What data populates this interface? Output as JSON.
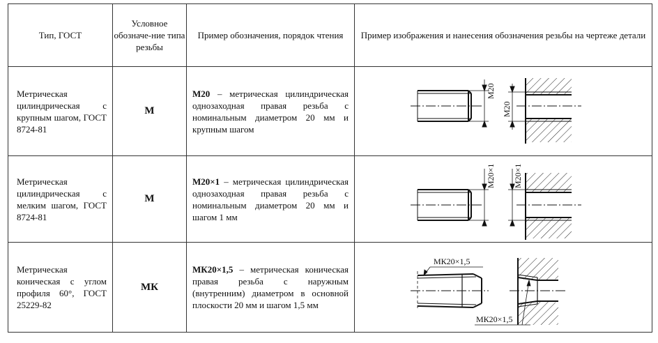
{
  "headers": {
    "type_gost": "Тип, ГОСТ",
    "designation": "Условное обозначе-ние типа резьбы",
    "example": "Пример обозначения, порядок чтения",
    "drawing": "Пример изображения и нанесения обозначения резьбы на чертеже детали"
  },
  "rows": [
    {
      "type": "Метрическая цилиндрическая с крупным шагом, ГОСТ 8724-81",
      "code": "М",
      "example_code": "М20",
      "example_text": " – метрическая цилиндрическая однозаходная правая резьба с номинальным диаметром 20 мм и крупным шагом",
      "label_left": "М20",
      "label_right": "М20"
    },
    {
      "type": "Метрическая цилиндрическая с мелким шагом, ГОСТ 8724-81",
      "code": "М",
      "example_code": "М20×1",
      "example_text": " – метрическая цилиндрическая однозаходная правая резьба с номинальным диаметром 20 мм и шагом 1 мм",
      "label_left": "М20×1",
      "label_right": "М20×1"
    },
    {
      "type": "Метрическая коническая с углом профиля 60°, ГОСТ 25229-82",
      "code": "МК",
      "example_code": "МК20×1,5",
      "example_text": " – метрическая коническая правая резьба с наружным (внутренним) диаметром в основной плоскости 20 мм и шагом 1,5 мм",
      "label_left": "МК20×1,5",
      "label_right": "МК20×1,5"
    }
  ]
}
